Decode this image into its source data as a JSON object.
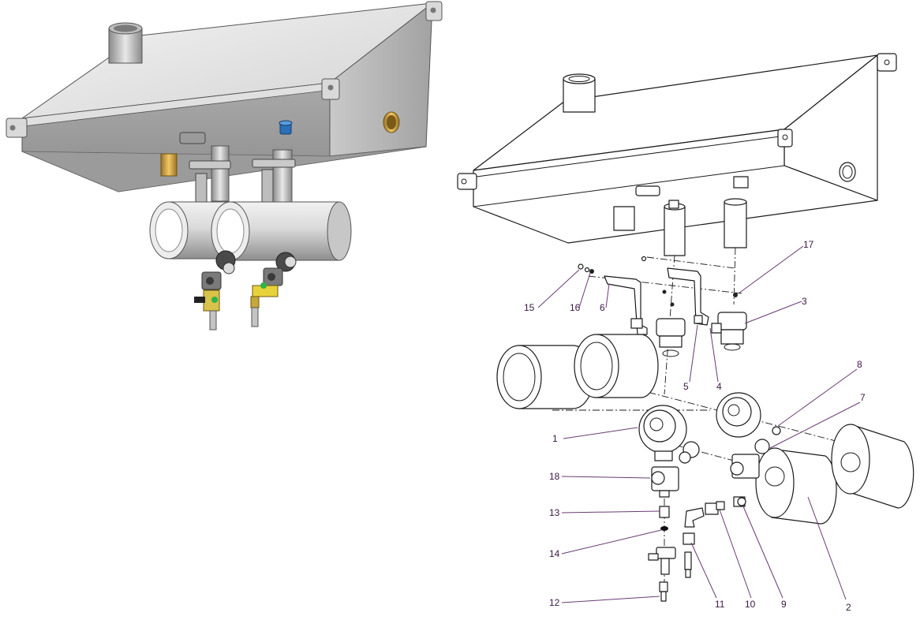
{
  "callouts": [
    {
      "id": "c1",
      "label": "1"
    },
    {
      "id": "c2",
      "label": "2"
    },
    {
      "id": "c3",
      "label": "3"
    },
    {
      "id": "c4",
      "label": "4"
    },
    {
      "id": "c5",
      "label": "5"
    },
    {
      "id": "c6",
      "label": "6"
    },
    {
      "id": "c7",
      "label": "7"
    },
    {
      "id": "c8",
      "label": "8"
    },
    {
      "id": "c9",
      "label": "9"
    },
    {
      "id": "c10",
      "label": "10"
    },
    {
      "id": "c11",
      "label": "11"
    },
    {
      "id": "c12",
      "label": "12"
    },
    {
      "id": "c13",
      "label": "13"
    },
    {
      "id": "c14",
      "label": "14"
    },
    {
      "id": "c15",
      "label": "15"
    },
    {
      "id": "c16",
      "label": "16"
    },
    {
      "id": "c17",
      "label": "17"
    },
    {
      "id": "c18",
      "label": "18"
    }
  ],
  "colors": {
    "callout_text": "#3a1742",
    "leader_line": "#6a3b73",
    "tank_face": "#e6e6e6",
    "tank_shade": "#b4b4b4",
    "brass": "#d9a63c",
    "blue_fitting": "#2a6fb8",
    "green_indicator": "#2fb24a",
    "yellow_valve": "#e8d23a"
  }
}
